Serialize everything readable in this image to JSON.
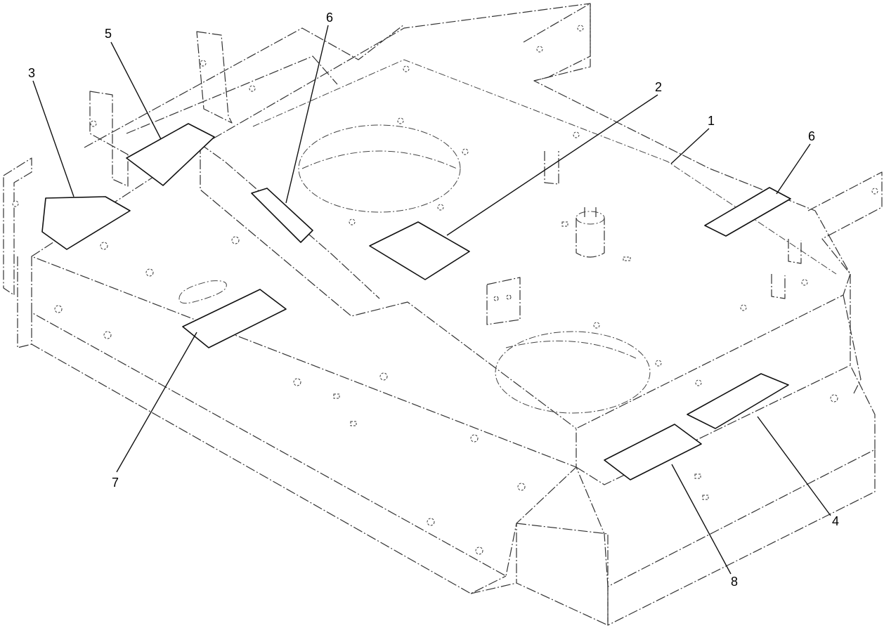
{
  "diagram": {
    "callouts": [
      {
        "id": "c1",
        "label": "1"
      },
      {
        "id": "c2",
        "label": "2"
      },
      {
        "id": "c3",
        "label": "3"
      },
      {
        "id": "c4",
        "label": "4"
      },
      {
        "id": "c5",
        "label": "5"
      },
      {
        "id": "c6a",
        "label": "6"
      },
      {
        "id": "c6b",
        "label": "6"
      },
      {
        "id": "c7",
        "label": "7"
      },
      {
        "id": "c8",
        "label": "8"
      }
    ]
  }
}
